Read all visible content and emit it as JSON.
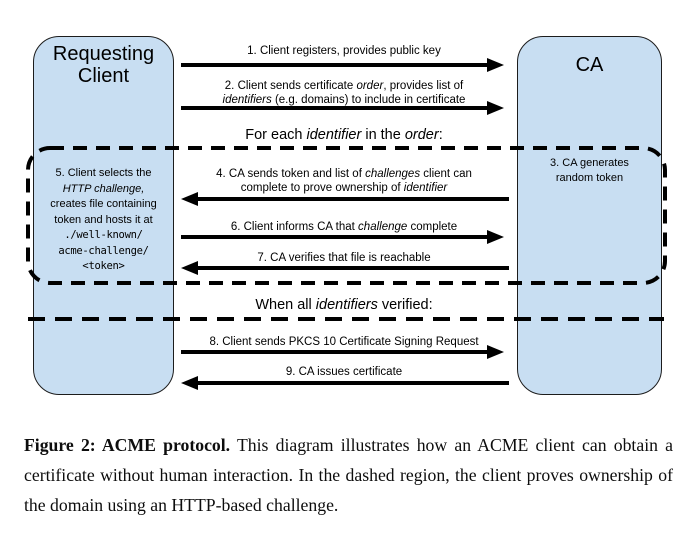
{
  "colors": {
    "box_fill": "#c8def2",
    "box_stroke": "#1c1c1c",
    "arrow": "#000000"
  },
  "actors": {
    "client_line1": "Requesting",
    "client_line2": "Client",
    "ca": "CA"
  },
  "client_note": [
    "5. Client selects the",
    "HTTP challenge,",
    "creates file containing",
    "token and hosts it at",
    "./well-known/",
    "acme-challenge/",
    "<token>"
  ],
  "ca_note": [
    "3. CA generates",
    "random token"
  ],
  "sections": {
    "for_each": [
      {
        "t": "For each ",
        "i": false
      },
      {
        "t": "identifier",
        "i": true
      },
      {
        "t": " in the ",
        "i": false
      },
      {
        "t": "order",
        "i": true
      },
      {
        "t": ":",
        "i": false
      }
    ],
    "when_all": [
      {
        "t": "When all ",
        "i": false
      },
      {
        "t": "identifiers",
        "i": true
      },
      {
        "t": " verified:",
        "i": false
      }
    ]
  },
  "messages": {
    "m1": {
      "direction": "right",
      "line1": [
        {
          "t": "1. Client registers, provides public key",
          "i": false
        }
      ]
    },
    "m2": {
      "direction": "right",
      "line1": [
        {
          "t": "2. Client sends certificate ",
          "i": false
        },
        {
          "t": "order",
          "i": true
        },
        {
          "t": ", provides list of",
          "i": false
        }
      ],
      "line2": [
        {
          "t": "identifiers",
          "i": true
        },
        {
          "t": " (e.g. domains) to include in certificate",
          "i": false
        }
      ]
    },
    "m4": {
      "direction": "left",
      "line1": [
        {
          "t": "4. CA sends token and list of ",
          "i": false
        },
        {
          "t": "challenges",
          "i": true
        },
        {
          "t": " client can",
          "i": false
        }
      ],
      "line2": [
        {
          "t": "complete to prove ownership of ",
          "i": false
        },
        {
          "t": "identifier",
          "i": true
        }
      ]
    },
    "m6": {
      "direction": "right",
      "line1": [
        {
          "t": "6. Client informs CA that ",
          "i": false
        },
        {
          "t": "challenge",
          "i": true
        },
        {
          "t": " complete",
          "i": false
        }
      ]
    },
    "m7": {
      "direction": "left",
      "line1": [
        {
          "t": "7. CA verifies that file is reachable",
          "i": false
        }
      ]
    },
    "m8": {
      "direction": "right",
      "line1": [
        {
          "t": "8. Client sends PKCS 10 Certificate Signing Request",
          "i": false
        }
      ]
    },
    "m9": {
      "direction": "left",
      "line1": [
        {
          "t": "9. CA issues certificate",
          "i": false
        }
      ]
    }
  },
  "caption": {
    "bold": "Figure 2: ACME protocol.",
    "rest": " This diagram illustrates how an ACME client can obtain a certificate without human interaction. In the dashed region, the client proves ownership of the domain using an HTTP-based challenge."
  }
}
